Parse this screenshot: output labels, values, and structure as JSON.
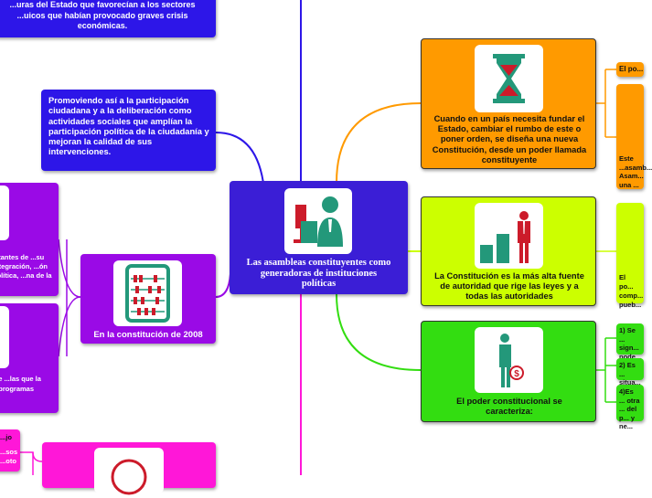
{
  "colors": {
    "center": "#3b1ed6",
    "blue": "#2d16e8",
    "purple": "#9a0ae6",
    "magenta": "#ff17d8",
    "orange": "#ff9a00",
    "lime": "#ccff00",
    "green": "#33dd11",
    "teal": "#23987a",
    "red": "#cc1b2a"
  },
  "center": {
    "title": "Las asambleas constituyentes como generadoras de instituciones políticas",
    "icon": "assembly-people-icon"
  },
  "left": {
    "top_blue": "...uras del Estado que favorecían a los sectores ...uicos que habían provocado graves crisis económicas.",
    "participation": "Promoviendo así a la participación ciudadana y a la deliberación como actividades sociales que amplían la participación política de la ciudadanía y mejoran la calidad de sus intervenciones.",
    "constitution_2008": {
      "label": "En la constitución de 2008",
      "icon": "abacus-icon"
    },
    "purple_a": "...tantes de ...su integración, ...ón política, ...na de la",
    "purple_b": "...e ...las que la ...programas",
    "magenta_a": "...jo",
    "magenta_b": "...sos ...oto"
  },
  "right": {
    "branch1": {
      "label": "Cuando en un país necesita fundar el Estado, cambiar el rumbo de este o poner orden, se diseña una nueva Constitución, desde un poder llamada constituyente",
      "icon": "hourglass-icon"
    },
    "branch1_sub_a": "El po...",
    "branch1_sub_b": "Este ...asamb... Asam... una ...",
    "branch2": {
      "label": "La Constitución es la más alta fuente de autoridad que rige las leyes y a todas las autoridades",
      "icon": "growth-chart-icon"
    },
    "branch2_sub": "El po... comp... pueb...",
    "branch3": {
      "label": "El poder constitucional se caracteriza:",
      "icon": "person-money-icon"
    },
    "branch3_subs": [
      "1) Se ... sign... pode...",
      "2) Es ... situa...",
      "4)Es ... otra ... del p... y ne..."
    ]
  }
}
